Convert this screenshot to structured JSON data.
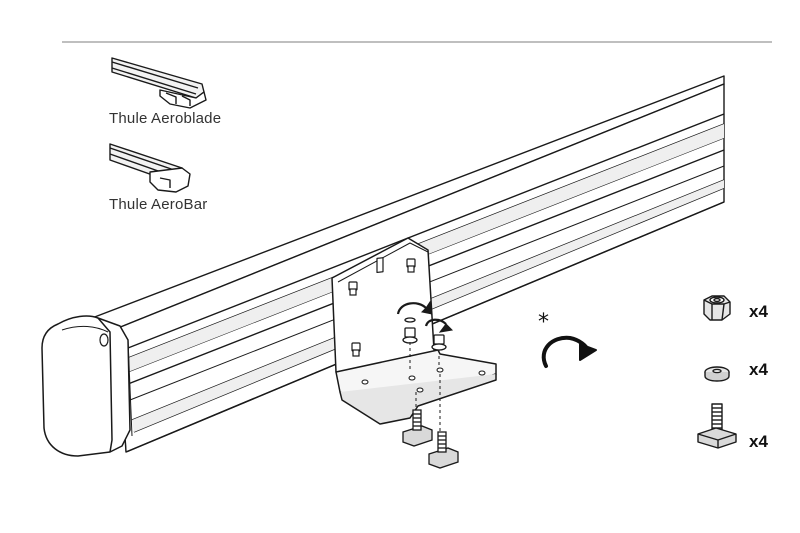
{
  "products": [
    {
      "name": "Thule Aeroblade",
      "icon": "aeroblade-bar-icon"
    },
    {
      "name": "Thule AeroBar",
      "icon": "aerobar-bar-icon"
    }
  ],
  "note_marker": "*",
  "parts": [
    {
      "icon": "lock-nut-icon",
      "quantity": "x4"
    },
    {
      "icon": "washer-icon",
      "quantity": "x4"
    },
    {
      "icon": "t-bolt-icon",
      "quantity": "x4"
    }
  ],
  "colors": {
    "line": "#1a1a1a",
    "shade": "#e9e9e9",
    "divider": "#999999"
  }
}
